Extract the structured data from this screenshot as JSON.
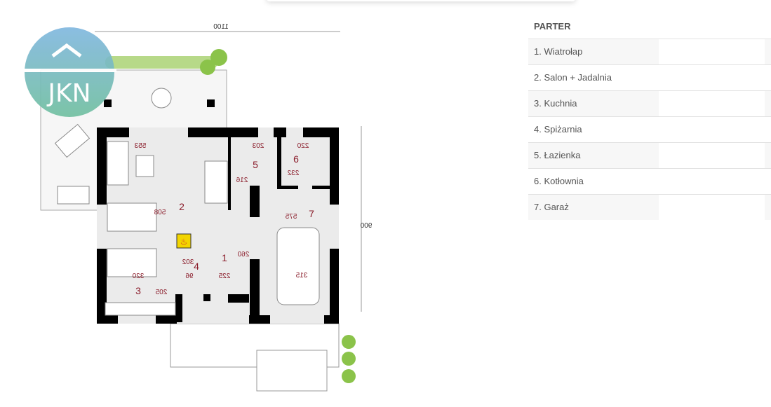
{
  "logo": {
    "text": "JKN"
  },
  "plan": {
    "dimensions": {
      "width": "1100",
      "depth": "900"
    },
    "labels": [
      "553",
      "203",
      "220",
      "216",
      "232",
      "575",
      "508",
      "320",
      "96",
      "302",
      "225",
      "260",
      "315",
      "205"
    ],
    "rooms": [
      "1",
      "2",
      "3",
      "4",
      "5",
      "6",
      "7"
    ]
  },
  "table": {
    "title": "PARTER",
    "rows": [
      {
        "label": "1. Wiatrołap"
      },
      {
        "label": "2. Salon + Jadalnia"
      },
      {
        "label": "3. Kuchnia"
      },
      {
        "label": "4. Spiżarnia"
      },
      {
        "label": "5. Łazienka"
      },
      {
        "label": "6. Kotłownia"
      },
      {
        "label": "7. Garaż"
      }
    ]
  },
  "colors": {
    "wall": "#000000",
    "floor": "#ebebeb",
    "dimension_red": "#8a1c2a",
    "plant": "#8bc34a",
    "fireplace": "#f2d500"
  }
}
